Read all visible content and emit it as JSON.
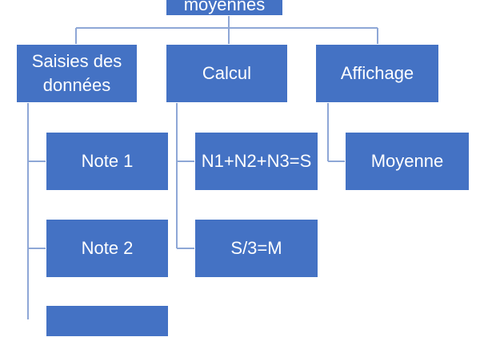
{
  "diagram": {
    "root": {
      "label": "moyennes"
    },
    "branches": [
      {
        "label_lines": [
          "Saisies des",
          "données"
        ],
        "children": [
          "Note 1",
          "Note 2",
          ""
        ]
      },
      {
        "label_lines": [
          "Calcul"
        ],
        "children": [
          "N1+N2+N3=S",
          "S/3=M"
        ]
      },
      {
        "label_lines": [
          "Affichage"
        ],
        "children": [
          "Moyenne"
        ]
      }
    ],
    "colors": {
      "box_fill": "#4472C4",
      "box_text": "#FFFFFF",
      "connector": "#8EA7D6"
    }
  }
}
